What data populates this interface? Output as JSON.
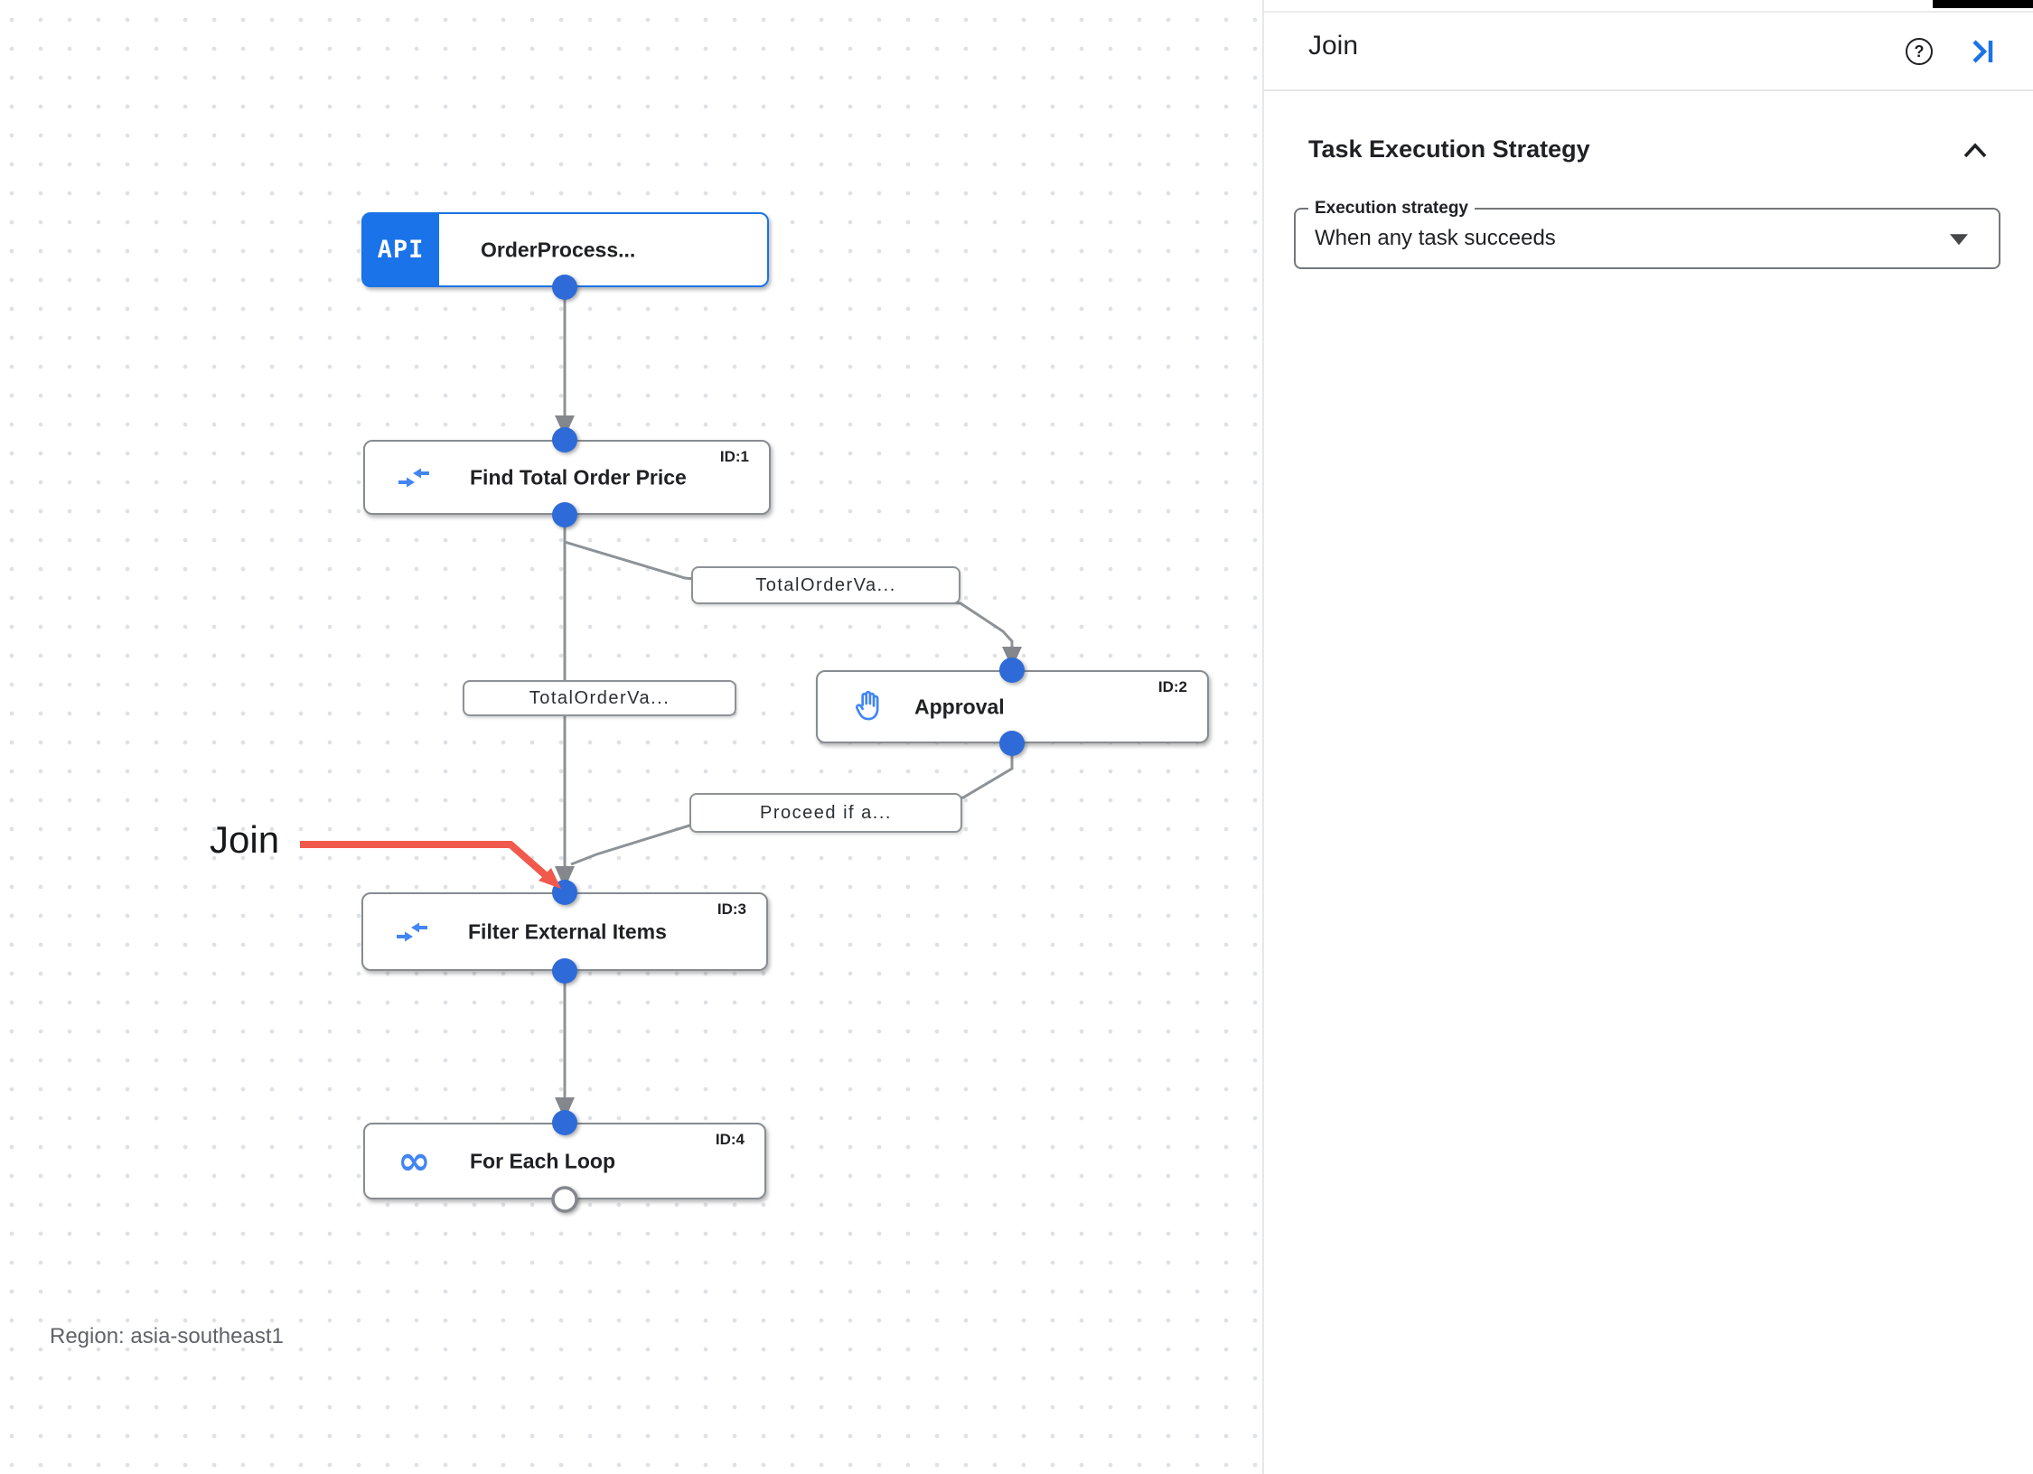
{
  "panel": {
    "title": "Join",
    "help_label": "?",
    "section_title": "Task Execution Strategy",
    "field_label": "Execution strategy",
    "field_value": "When any task succeeds"
  },
  "canvas": {
    "region_label": "Region: asia-southeast1",
    "annotation_label": "Join",
    "nodes": [
      {
        "badge": "API",
        "title": "OrderProcess...",
        "id_label": ""
      },
      {
        "title": "Find Total Order Price",
        "id_label": "ID:1"
      },
      {
        "title": "Approval",
        "id_label": "ID:2"
      },
      {
        "title": "Filter External Items",
        "id_label": "ID:3"
      },
      {
        "title": "For Each Loop",
        "id_label": "ID:4"
      }
    ],
    "edge_labels": [
      "TotalOrderVa...",
      "TotalOrderVa...",
      "Proceed if a..."
    ],
    "colors": {
      "accent_blue": "#1a73e8",
      "icon_blue": "#4285f4",
      "connector_gray": "#8d9296",
      "dot_blue": "#2e6bd8",
      "annotation_red": "#f2594d"
    }
  }
}
